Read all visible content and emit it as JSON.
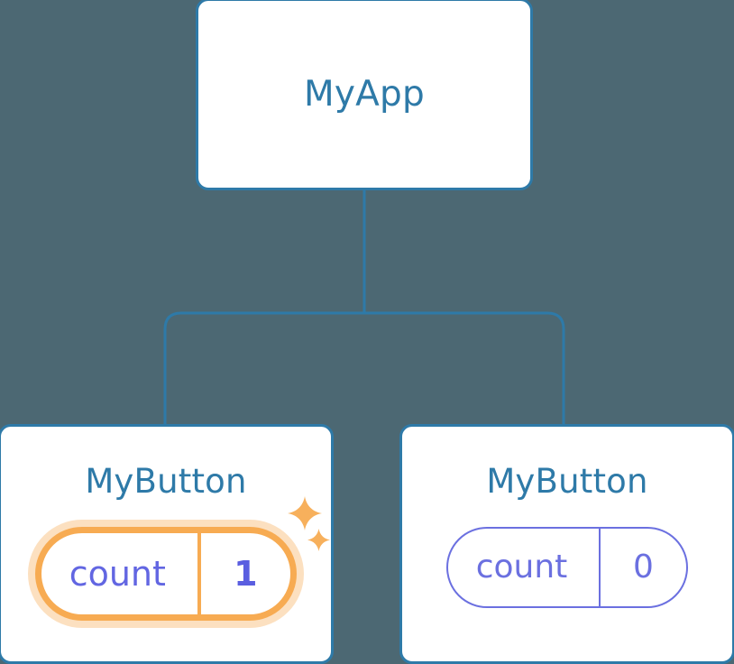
{
  "diagram": {
    "type": "component-tree",
    "background_color": "#4c6873",
    "connector_color": "#2e7aa8",
    "node_border_color": "#2e7aa8",
    "node_title_color": "#2e7aa8",
    "state_color": "#6b70e0",
    "highlight_color": "#f7ab52",
    "highlight_glow_color": "#fbd9a8"
  },
  "nodes": {
    "root": {
      "title": "MyApp"
    },
    "child_left": {
      "title": "MyButton",
      "state": {
        "key": "count",
        "value": "1",
        "highlighted": true
      },
      "sparkle_large": "sparkle-icon",
      "sparkle_small": "sparkle-icon"
    },
    "child_right": {
      "title": "MyButton",
      "state": {
        "key": "count",
        "value": "0",
        "highlighted": false
      }
    }
  }
}
